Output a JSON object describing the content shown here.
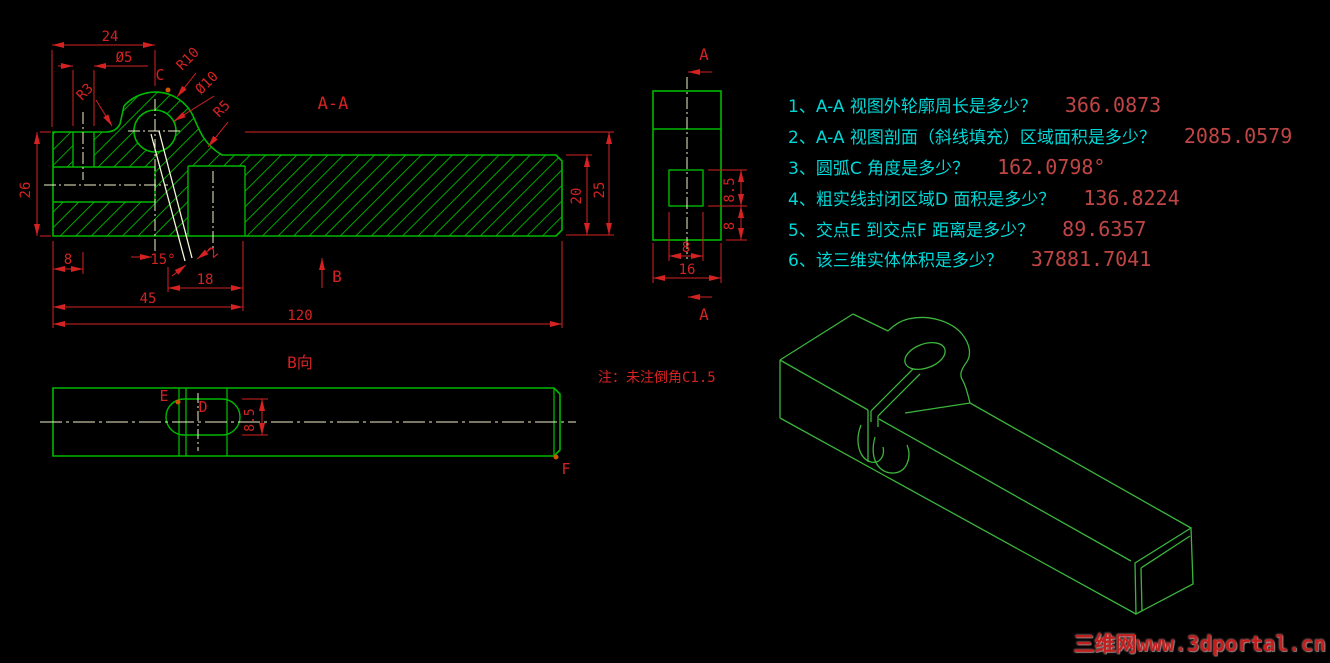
{
  "colors": {
    "background": "#000000",
    "geometry_green": "#00b800",
    "hatch_green": "#00a800",
    "iso_green": "#3cb43c",
    "dimension_red": "#d42222",
    "question_cyan": "#00d8d8",
    "answer_red": "#c04545",
    "centerline_pale": "#f0f0c8",
    "point_marker_orange": "#cc5500",
    "watermark_red": "#c21f1f"
  },
  "main_view": {
    "title": "A-A",
    "dims": {
      "d24": "24",
      "dia5": "Ø5",
      "r3": "R3",
      "r10": "R10",
      "dia10": "Ø10",
      "r5": "R5",
      "d26": "26",
      "d8": "8",
      "a15": "15°",
      "d2": "2",
      "d18": "18",
      "d45": "45",
      "d120": "120",
      "d20": "20",
      "d25": "25"
    },
    "labels": {
      "c": "C",
      "b": "B"
    }
  },
  "side_view": {
    "section_label_top": "A",
    "section_label_bottom": "A",
    "dims": {
      "d85": "8.5",
      "d8_right": "8",
      "d8_bottom": "8",
      "d16": "16"
    }
  },
  "bottom_view": {
    "title": "B向",
    "labels": {
      "e": "E",
      "d": "D",
      "f": "F"
    },
    "dims": {
      "d85": "8.5"
    }
  },
  "note": "注：未注倒角C1.5",
  "questions": [
    {
      "text": "1、A-A 视图外轮廓周长是多少？",
      "answer": "366.0873"
    },
    {
      "text": "2、A-A 视图剖面（斜线填充）区域面积是多少？",
      "answer": "2085.0579"
    },
    {
      "text": "3、圆弧C 角度是多少？",
      "answer": "162.0798°"
    },
    {
      "text": "4、粗实线封闭区域D 面积是多少？",
      "answer": "136.8224"
    },
    {
      "text": "5、交点E 到交点F 距离是多少？",
      "answer": "89.6357"
    },
    {
      "text": "6、该三维实体体积是多少？",
      "answer": "37881.7041"
    }
  ],
  "watermark": {
    "text": "三维网www.3dportal.cn"
  }
}
